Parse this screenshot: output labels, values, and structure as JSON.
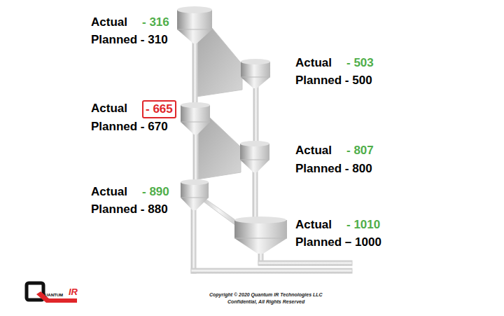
{
  "diagram": {
    "labels": [
      "Actual",
      "- 316",
      "Planned - 310",
      "Actual",
      "- 503",
      "Planned - 500",
      "Actual",
      "- 665",
      "Planned - 670",
      "Actual",
      "- 807",
      "Planned - 800",
      "Actual",
      "- 890",
      "Planned - 880",
      "Actual",
      "- 1010",
      "Planned – 1000",
      "UANTUM",
      "IR",
      "Copyright © 2020 Quantum IR Technologies LLC",
      "Confidential, All Rights Reserved"
    ]
  }
}
